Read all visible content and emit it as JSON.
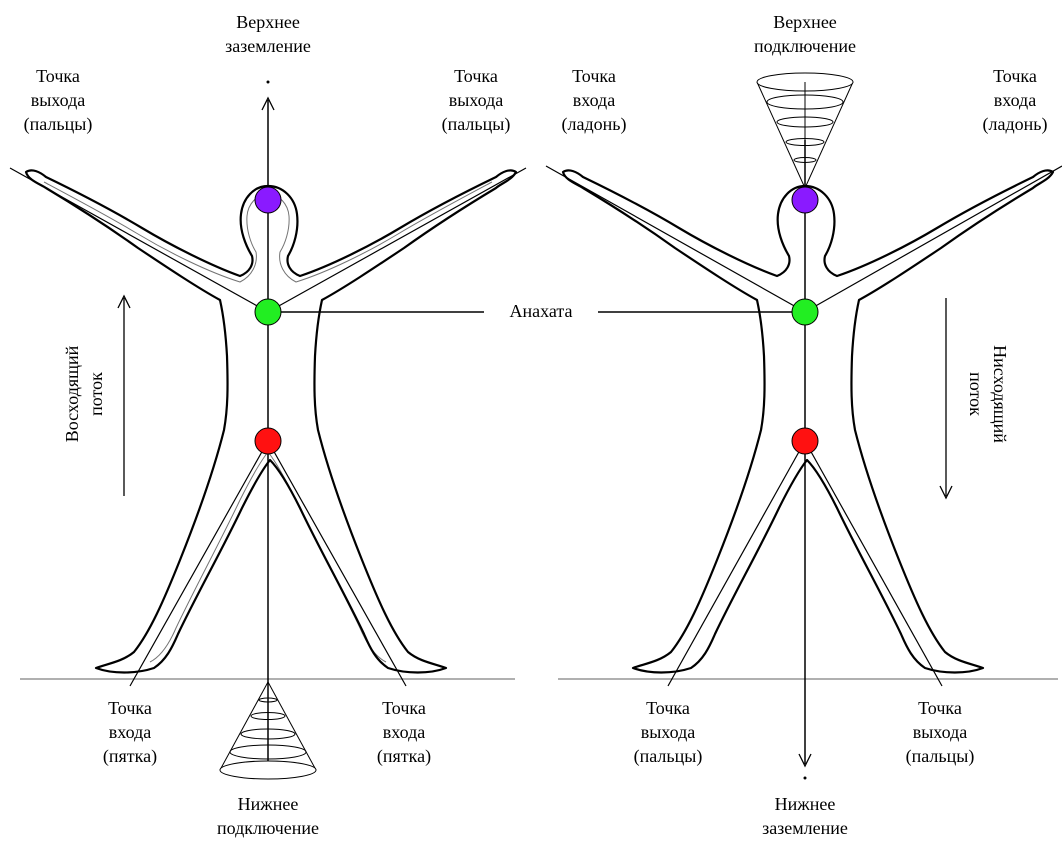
{
  "left": {
    "top": [
      "Верхнее",
      "заземление"
    ],
    "hand_left": [
      "Точка",
      "выхода",
      "(пальцы)"
    ],
    "hand_right": [
      "Точка",
      "выхода",
      "(пальцы)"
    ],
    "foot_left": [
      "Точка",
      "входа",
      "(пятка)"
    ],
    "foot_right": [
      "Точка",
      "входа",
      "(пятка)"
    ],
    "bottom": [
      "Нижнее",
      "подключение"
    ],
    "flow": [
      "Восходящий",
      "поток"
    ]
  },
  "right": {
    "top": [
      "Верхнее",
      "подключение"
    ],
    "hand_left": [
      "Точка",
      "входа",
      "(ладонь)"
    ],
    "hand_right": [
      "Точка",
      "входа",
      "(ладонь)"
    ],
    "foot_left": [
      "Точка",
      "выхода",
      "(пальцы)"
    ],
    "foot_right": [
      "Точка",
      "выхода",
      "(пальцы)"
    ],
    "bottom": [
      "Нижнее",
      "заземление"
    ],
    "flow": [
      "Нисходящий",
      "поток"
    ]
  },
  "center": {
    "anahata": "Анахата"
  },
  "colors": {
    "crown": "#8a1aff",
    "heart": "#22ee22",
    "root": "#ff1111",
    "ground_line": "#b0b0b0",
    "outline": "#000000"
  }
}
